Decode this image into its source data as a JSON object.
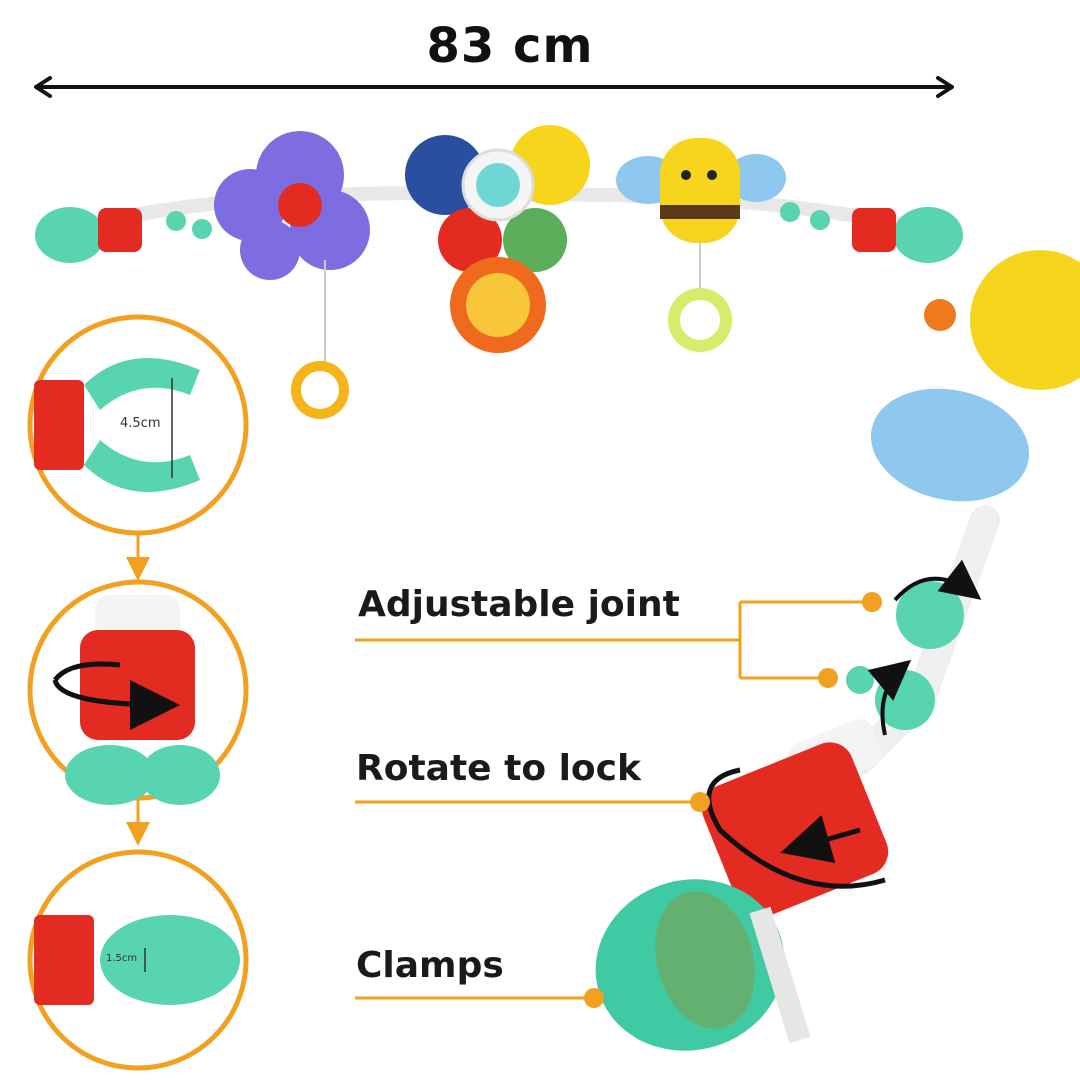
{
  "title": "83 cm",
  "measurements": {
    "open_width": "4.5cm",
    "closed_width": "1.5cm"
  },
  "labels": {
    "adjustable_joint": "Adjustable joint",
    "rotate_to_lock": "Rotate to lock",
    "clamps": "Clamps"
  },
  "colors": {
    "accent_orange": "#f2a020",
    "clamp_green": "#59d4b0",
    "lock_red": "#e32b22",
    "flower_purple": "#7d6de0",
    "bee_yellow": "#f7d51c",
    "wing_blue": "#8ec8ee"
  },
  "icons": [
    "double-arrow-icon",
    "rotate-arrow-icon",
    "down-arrow-icon",
    "callout-dot-icon"
  ]
}
